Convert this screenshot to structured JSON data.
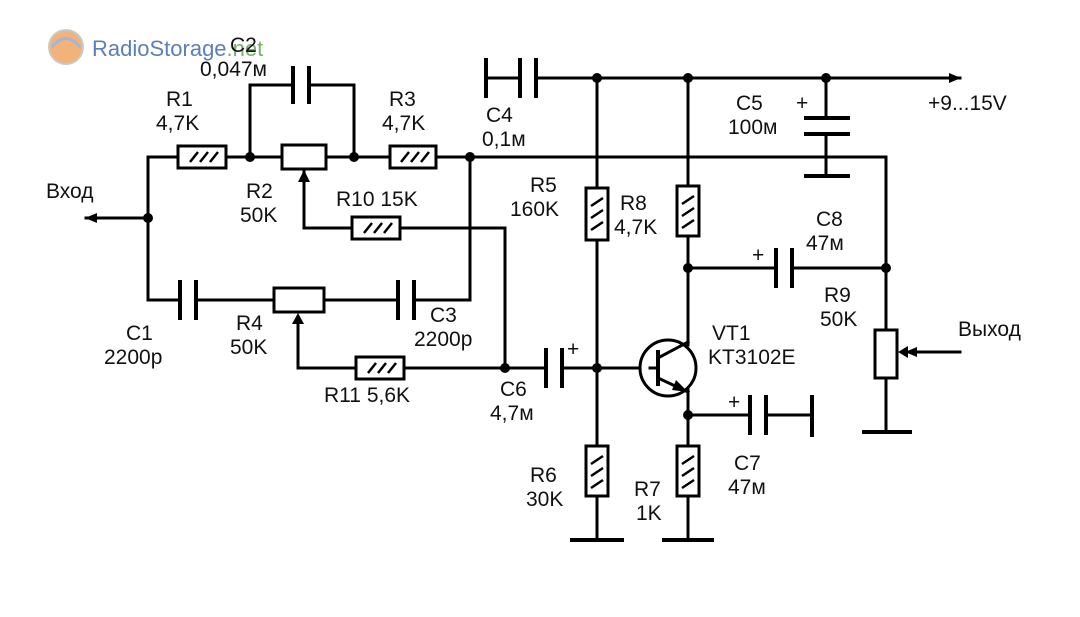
{
  "watermark": {
    "brand": "RadioStorage",
    "suffix": ".net",
    "brand_color": "#5b7fb8",
    "suffix_color": "#7ab06a"
  },
  "terminals": {
    "input": "Вход",
    "output": "Выход",
    "supply": "+9...15V"
  },
  "components": {
    "R1": {
      "name": "R1",
      "value": "4,7K"
    },
    "R2": {
      "name": "R2",
      "value": "50K"
    },
    "R3": {
      "name": "R3",
      "value": "4,7K"
    },
    "R4": {
      "name": "R4",
      "value": "50K"
    },
    "R5": {
      "name": "R5",
      "value": "160K"
    },
    "R6": {
      "name": "R6",
      "value": "30K"
    },
    "R7": {
      "name": "R7",
      "value": "1K"
    },
    "R8": {
      "name": "R8",
      "value": "4,7K"
    },
    "R9": {
      "name": "R9",
      "value": "50K"
    },
    "R10": {
      "name": "R10",
      "value": "15K"
    },
    "R11": {
      "name": "R11",
      "value": "5,6K"
    },
    "C1": {
      "name": "C1",
      "value": "2200p"
    },
    "C2": {
      "name": "C2",
      "value": "0,047м"
    },
    "C3": {
      "name": "C3",
      "value": "2200p"
    },
    "C4": {
      "name": "C4",
      "value": "0,1м"
    },
    "C5": {
      "name": "C5",
      "value": "100м"
    },
    "C6": {
      "name": "C6",
      "value": "4,7м"
    },
    "C7": {
      "name": "C7",
      "value": "47м"
    },
    "C8": {
      "name": "C8",
      "value": "47м"
    },
    "VT1": {
      "name": "VT1",
      "value": "KT3102E"
    }
  },
  "polarity_mark": "+"
}
